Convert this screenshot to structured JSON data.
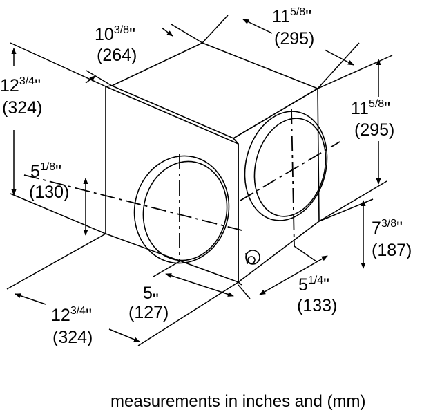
{
  "dimensions": {
    "top_depth": {
      "whole": "10",
      "frac": "3/8",
      "unit": "\"",
      "mm": "(264)"
    },
    "top_width": {
      "whole": "11",
      "frac": "5/8",
      "unit": "\"",
      "mm": "(295)"
    },
    "left_height": {
      "whole": "12",
      "frac": "3/4",
      "unit": "\"",
      "mm": "(324)"
    },
    "right_height": {
      "whole": "11",
      "frac": "5/8",
      "unit": "\"",
      "mm": "(295)"
    },
    "front_center_height": {
      "whole": "5",
      "frac": "1/8",
      "unit": "\"",
      "mm": "(130)"
    },
    "side_center_height": {
      "whole": "7",
      "frac": "3/8",
      "unit": "\"",
      "mm": "(187)"
    },
    "front_center_offset": {
      "whole": "5",
      "frac": "",
      "unit": "\"",
      "mm": "(127)"
    },
    "side_center_offset": {
      "whole": "5",
      "frac": "1/4",
      "unit": "\"",
      "mm": "(133)"
    },
    "bottom_width": {
      "whole": "12",
      "frac": "3/4",
      "unit": "\"",
      "mm": "(324)"
    }
  },
  "caption": "measurements in inches and (mm)"
}
